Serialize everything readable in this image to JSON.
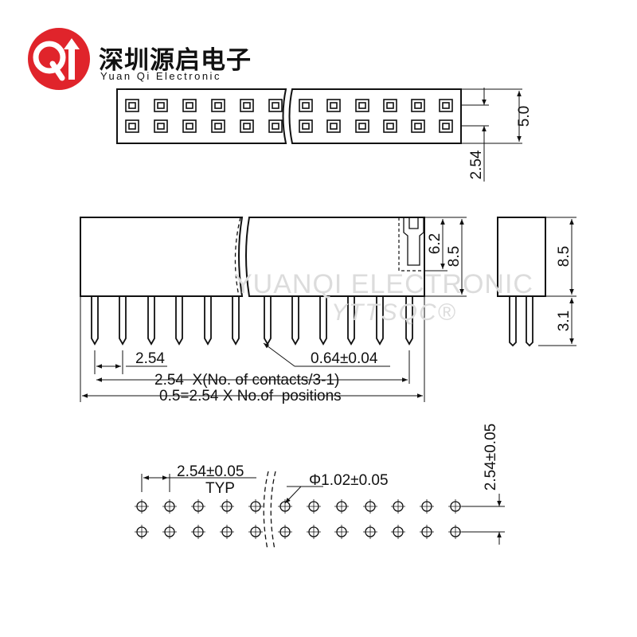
{
  "brand": {
    "name_cn": "深圳源启电子",
    "name_en": "Yuan Qi Electronic",
    "logo_color": "#e0242b"
  },
  "watermark": {
    "line1": "YUANQI ELECTRONIC",
    "line2": "YTTSQC®"
  },
  "top_view": {
    "height_dim": "5.0",
    "pitch_dim": "2.54"
  },
  "front_view": {
    "pitch_label": "2.54",
    "pin_width_label": "0.64±0.04",
    "pitch_span_label": "2.54  X(No. of contacts/3-1)",
    "overall_label": "0.5=2.54 X No.of  positions",
    "inner_height_dim": "6.2",
    "body_height_dim": "8.5"
  },
  "side_view": {
    "body_height_dim": "8.5",
    "pin_length_dim": "3.1"
  },
  "pcb_layout": {
    "pitch_label": "2.54±0.05",
    "typ_label": "TYP",
    "hole_label": "Φ1.02±0.05",
    "row_pitch_label": "2.54±0.05"
  }
}
